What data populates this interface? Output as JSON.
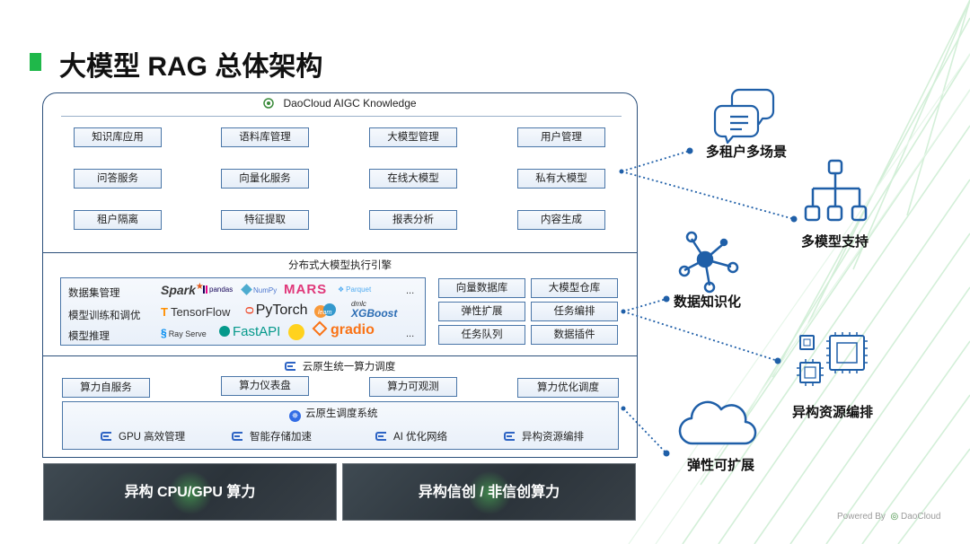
{
  "title": "大模型 RAG 总体架构",
  "colors": {
    "accent_green": "#1fb84a",
    "frame_blue": "#2b4f7a",
    "box_blue": "#4a76a8",
    "icon_blue": "#1f5fa8"
  },
  "app_layer": {
    "header": "DaoCloud AIGC Knowledge",
    "rows": [
      [
        "知识库应用",
        "语料库管理",
        "大模型管理",
        "用户管理"
      ],
      [
        "问答服务",
        "向量化服务",
        "在线大模型",
        "私有大模型"
      ],
      [
        "租户隔离",
        "特征提取",
        "报表分析",
        "内容生成"
      ]
    ]
  },
  "engine_layer": {
    "title": "分布式大模型执行引擎",
    "rows": [
      {
        "label": "数据集管理",
        "logos": [
          "Spark",
          "pandas",
          "NumPy",
          "MARS",
          "Parquet"
        ]
      },
      {
        "label": "模型训练和调优",
        "logos": [
          "TensorFlow",
          "PyTorch",
          "learn",
          "dmlc",
          "XGBoost"
        ]
      },
      {
        "label": "模型推理",
        "logos": [
          "Ray Serve",
          "FastAPI",
          "gradio"
        ]
      }
    ],
    "ellipsis": "...",
    "services": [
      "向量数据库",
      "大模型仓库",
      "弹性扩展",
      "任务编排",
      "任务队列",
      "数据插件"
    ]
  },
  "compute_layer": {
    "title": "云原生统一算力调度",
    "items": [
      "算力自服务",
      "算力仪表盘",
      "算力可观测",
      "算力优化调度"
    ],
    "scheduler": {
      "title": "云原生调度系统",
      "items": [
        "GPU 高效管理",
        "智能存储加速",
        "AI 优化网络",
        "异构资源编排"
      ]
    }
  },
  "hardware": [
    "异构 CPU/GPU 算力",
    "异构信创 / 非信创算力"
  ],
  "right_labels": [
    "多租户多场景",
    "多模型支持",
    "数据知识化",
    "异构资源编排",
    "弹性可扩展"
  ],
  "right_icons": [
    "chat-bubbles-icon",
    "hierarchy-icon",
    "network-nodes-icon",
    "chip-icon",
    "cloud-icon"
  ],
  "powered_by": "Powered By",
  "brand": "DaoCloud"
}
